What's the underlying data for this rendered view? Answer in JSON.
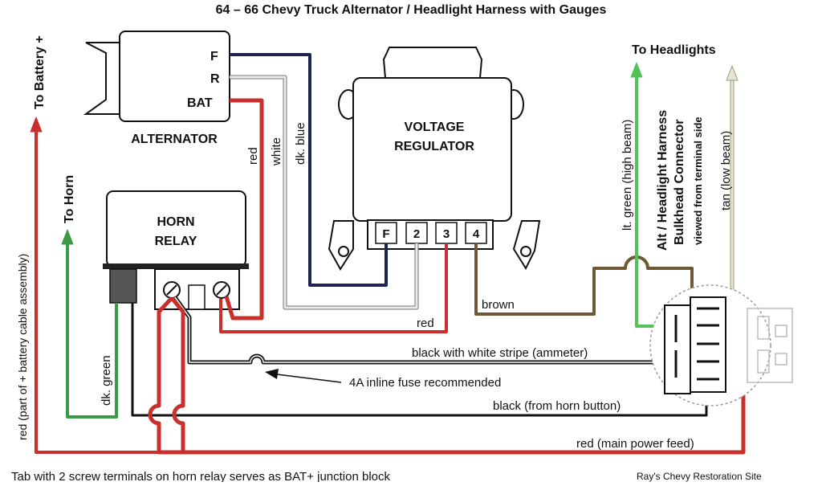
{
  "title": "64 – 66 Chevy Truck Alternator / Headlight Harness with Gauges",
  "alternator": {
    "label": "ALTERNATOR",
    "terminals": [
      "F",
      "R",
      "BAT"
    ]
  },
  "regulator": {
    "label_line1": "VOLTAGE",
    "label_line2": "REGULATOR",
    "terminals": [
      "F",
      "2",
      "3",
      "4"
    ]
  },
  "horn_relay": {
    "label_line1": "HORN",
    "label_line2": "RELAY"
  },
  "connector": {
    "line1": "Alt / Headlight Harness",
    "line2": "Bulkhead Connector",
    "line3": "viewed from terminal side"
  },
  "leads": {
    "to_battery": "To Battery +",
    "to_horn": "To Horn",
    "to_headlights": "To Headlights"
  },
  "wire_labels": {
    "red_alt": "red",
    "white": "white",
    "dk_blue": "dk. blue",
    "brown": "brown",
    "red_reg": "red",
    "ammeter": "black with white stripe (ammeter)",
    "fuse_note": "4A inline fuse recommended",
    "horn_button": "black (from horn button)",
    "main_feed": "red (main power feed)",
    "dk_green": "dk. green",
    "battery_cable": "red (part of + battery cable assembly)",
    "high_beam": "lt. green (high beam)",
    "low_beam": "tan (low beam)"
  },
  "footer": {
    "note": "Tab with 2 screw terminals on horn relay serves as BAT+ junction block",
    "credit": "Ray's Chevy Restoration Site"
  },
  "colors": {
    "red": "#c9302c",
    "black": "#111111",
    "white_wire": "#bdbdbd",
    "blue": "#1c2450",
    "brown": "#6e5836",
    "green": "#3a9b46",
    "lt_green": "#53c257",
    "tan": "#dcd7c6"
  }
}
